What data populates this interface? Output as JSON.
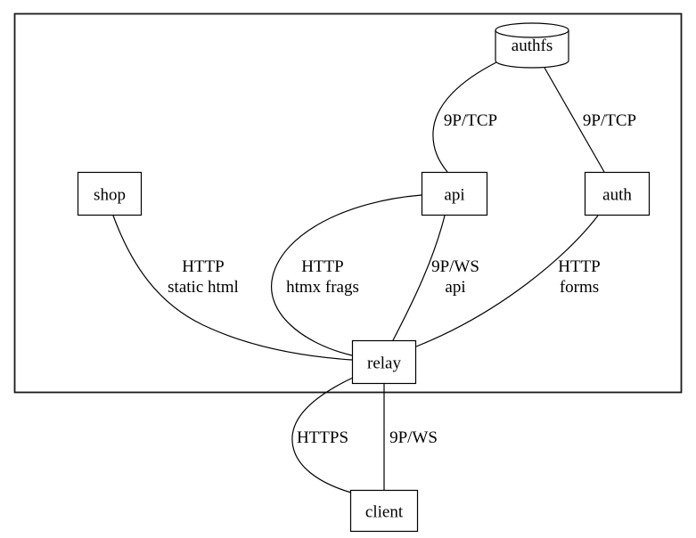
{
  "diagram": {
    "background_color": "#ffffff",
    "line_color": "#000000",
    "nodes": {
      "authfs": "authfs",
      "shop": "shop",
      "api": "api",
      "auth": "auth",
      "relay": "relay",
      "client": "client"
    },
    "edge_labels": {
      "authfs_api": "9P/TCP",
      "authfs_auth": "9P/TCP",
      "shop_relay_line1": "HTTP",
      "shop_relay_line2": "static html",
      "api_relay_http_line1": "HTTP",
      "api_relay_http_line2": "htmx frags",
      "api_relay_ws_line1": "9P/WS",
      "api_relay_ws_line2": "api",
      "auth_relay_line1": "HTTP",
      "auth_relay_line2": "forms",
      "relay_client_https": "HTTPS",
      "relay_client_ws": "9P/WS"
    }
  }
}
